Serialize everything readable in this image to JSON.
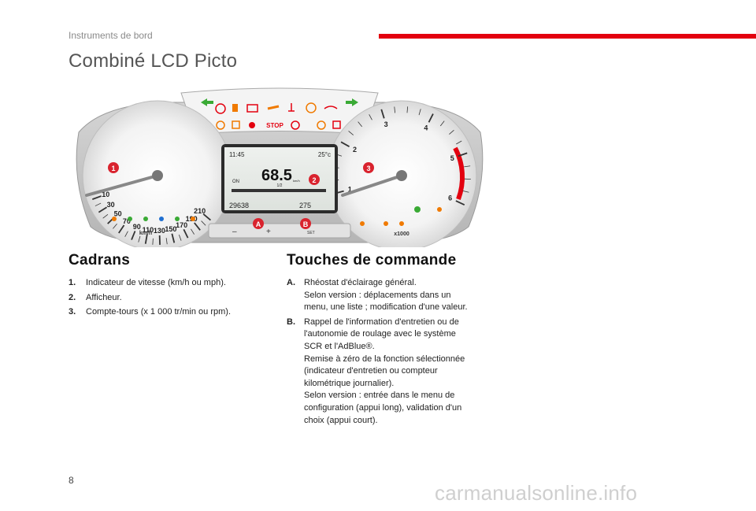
{
  "header": {
    "section": "Instruments de bord"
  },
  "title": "Combiné LCD Picto",
  "figure": {
    "speed_ticks": [
      "10",
      "30",
      "50",
      "70",
      "90",
      "110",
      "130",
      "150",
      "170",
      "190",
      "210"
    ],
    "speed_unit": "km/h",
    "rpm_ticks": [
      "1",
      "2",
      "3",
      "4",
      "5",
      "6"
    ],
    "rpm_unit": "x1000",
    "display": {
      "time": "11:45",
      "temp": "25°c",
      "speed": "68.5",
      "speed_unit": "km/h",
      "odometer": "29638",
      "trip": "275",
      "on_label": "ON",
      "gauge_label": "1/2"
    },
    "callouts": {
      "c1": "1",
      "c2": "2",
      "c3": "3",
      "cA": "A",
      "cB": "B"
    },
    "stop_label": "STOP",
    "button_labels": {
      "minus": "–",
      "plus": "+",
      "set": "SET"
    }
  },
  "cadrans": {
    "heading": "Cadrans",
    "items": [
      {
        "num": "1.",
        "lines": [
          "Indicateur de vitesse (km/h ou mph)."
        ]
      },
      {
        "num": "2.",
        "lines": [
          "Afficheur."
        ]
      },
      {
        "num": "3.",
        "lines": [
          "Compte-tours (x 1 000 tr/min ou rpm)."
        ]
      }
    ]
  },
  "touches": {
    "heading": "Touches de commande",
    "items": [
      {
        "num": "A.",
        "lines": [
          "Rhéostat d'éclairage général.",
          "Selon version : déplacements dans un",
          "menu, une liste ; modification d'une valeur."
        ]
      },
      {
        "num": "B.",
        "lines": [
          "Rappel de l'information d'entretien ou de",
          "l'autonomie de roulage avec le système",
          "SCR et l'AdBlue®.",
          "Remise à zéro de la fonction sélectionnée",
          "(indicateur d'entretien ou compteur",
          "kilométrique journalier).",
          "Selon version : entrée dans le menu de",
          "configuration (appui long), validation d'un",
          "choix (appui court)."
        ]
      }
    ]
  },
  "page_number": "8",
  "watermark": "carmanualsonline.info",
  "colors": {
    "accent": "#e3000f",
    "warning_orange": "#f07a00",
    "callout_red": "#d9232e",
    "indicator_green": "#3aaa35"
  }
}
